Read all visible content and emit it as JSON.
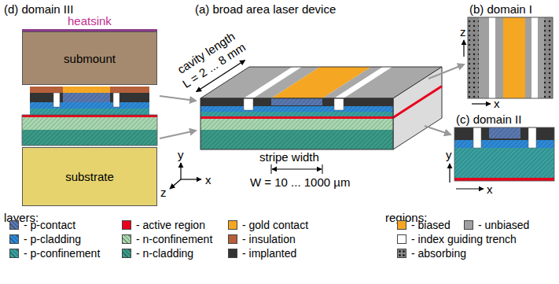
{
  "diagram": {
    "nodes": [
      {
        "text": [
          "submount"
        ]
      },
      {
        "text": [
          "substrate"
        ]
      }
    ],
    "labels": [
      "(d) domain III",
      "heatsink",
      "(a) broad area laser device",
      "cavity length",
      "L = 2 ... 8 mm",
      "(b) domain I",
      "z",
      "x",
      "(c) domain II",
      "y",
      "x",
      "y",
      "z",
      "x",
      "stripe width",
      "W = 10 ... 1000 µm",
      "layers:",
      "regions:"
    ],
    "legend": [
      {
        "text": "- p-contact",
        "color": "#5a78b0"
      },
      {
        "text": "- p-cladding",
        "color": "#2e8ad8"
      },
      {
        "text": "- p-confinement",
        "color": "#3aa0a0"
      },
      {
        "text": "- active region",
        "color": "#e8001c"
      },
      {
        "text": "- n-confinement",
        "color": "#a8d8b0"
      },
      {
        "text": "- n-cladding",
        "color": "#3a9a88"
      },
      {
        "text": "- gold contact",
        "color": "#f5a623"
      },
      {
        "text": "- insulation",
        "color": "#b5603a"
      },
      {
        "text": "- implanted",
        "color": "#333333"
      },
      {
        "text": "- biased",
        "color": "#f5a623"
      },
      {
        "text": "- unbiased",
        "color": "#a0a0a0"
      },
      {
        "text": "- index guiding trench",
        "color": "#ffffff"
      },
      {
        "text": "- absorbing"
      }
    ]
  }
}
